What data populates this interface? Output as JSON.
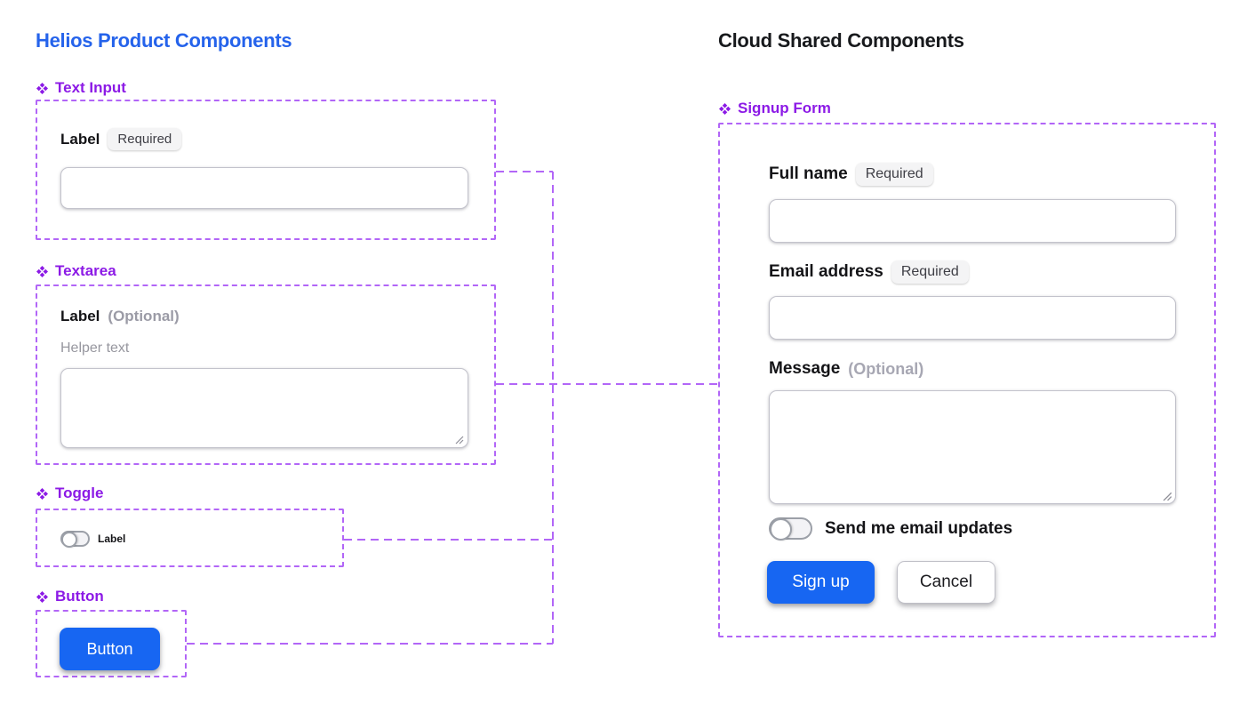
{
  "colors": {
    "heading_blue": "#2563eb",
    "button_blue": "#1766f2",
    "purple": "#8c1ae6",
    "dash_purple": "#b266f7"
  },
  "icons": {
    "component": "four-diamonds",
    "resize_handle": "diagonal-grip"
  },
  "left": {
    "title": "Helios Product Components",
    "sections": {
      "text_input": {
        "title": "Text Input",
        "field_label": "Label",
        "badge": "Required"
      },
      "textarea": {
        "title": "Textarea",
        "field_label": "Label",
        "optional": "(Optional)",
        "helper": "Helper text"
      },
      "toggle": {
        "title": "Toggle",
        "toggle_label": "Label"
      },
      "button": {
        "title": "Button",
        "button_text": "Button"
      }
    }
  },
  "right": {
    "title": "Cloud Shared Components",
    "signup": {
      "title": "Signup Form",
      "full_name_label": "Full name",
      "full_name_badge": "Required",
      "email_label": "Email address",
      "email_badge": "Required",
      "message_label": "Message",
      "message_optional": "(Optional)",
      "toggle_label": "Send me email updates",
      "signup_button": "Sign up",
      "cancel_button": "Cancel"
    }
  }
}
